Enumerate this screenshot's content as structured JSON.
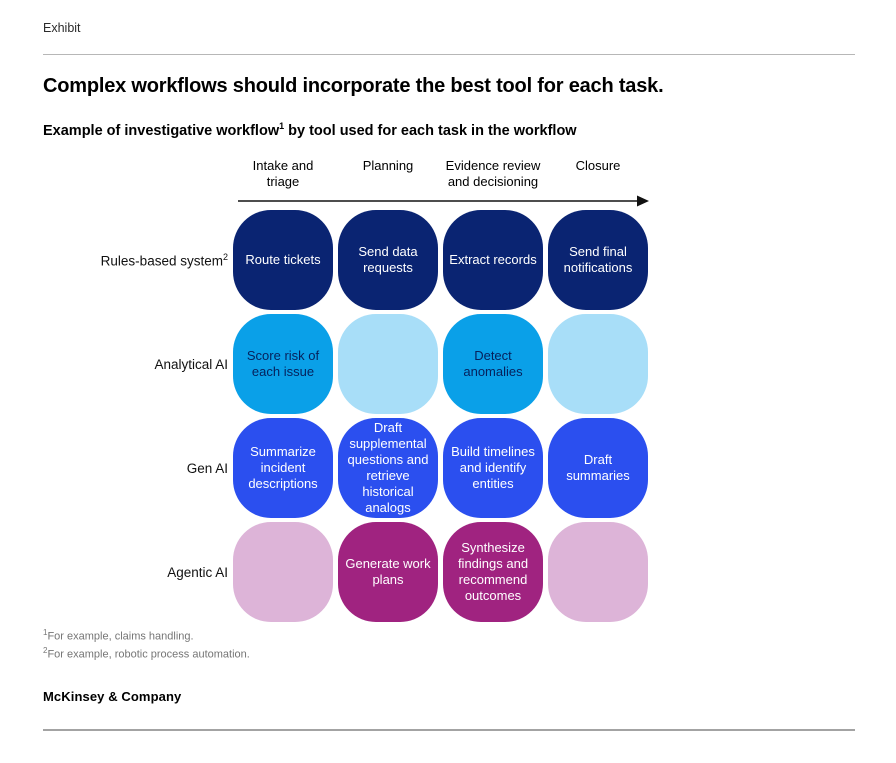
{
  "exhibit_label": "Exhibit",
  "title": "Complex workflows should incorporate the best tool for each task.",
  "subtitle": {
    "text": "Example of investigative workflow",
    "sup": "1",
    "text_after": " by tool used for each task in the workflow"
  },
  "columns": [
    {
      "label": "Intake and triage"
    },
    {
      "label": "Planning"
    },
    {
      "label": "Evidence review and decisioning"
    },
    {
      "label": "Closure"
    }
  ],
  "rows": [
    {
      "label": "Rules-based system",
      "sup": "2",
      "cells": [
        {
          "text": "Route tickets"
        },
        {
          "text": "Send data requests"
        },
        {
          "text": "Extract records"
        },
        {
          "text": "Send final notifications"
        }
      ]
    },
    {
      "label": "Analytical AI",
      "sup": "",
      "cells": [
        {
          "text": "Score risk of each issue"
        },
        {
          "text": ""
        },
        {
          "text": "Detect anomalies"
        },
        {
          "text": ""
        }
      ]
    },
    {
      "label": "Gen AI",
      "sup": "",
      "cells": [
        {
          "text": "Summarize incident descriptions"
        },
        {
          "text": "Draft supplemental questions and retrieve historical analogs"
        },
        {
          "text": "Build timelines and identify entities"
        },
        {
          "text": "Draft summaries"
        }
      ]
    },
    {
      "label": "Agentic AI",
      "sup": "",
      "cells": [
        {
          "text": ""
        },
        {
          "text": "Generate work plans"
        },
        {
          "text": "Synthesize findings and recommend outcomes"
        },
        {
          "text": ""
        }
      ]
    }
  ],
  "palette": {
    "rules_filled": "#0A2472",
    "analytical_filled": "#0AA0E8",
    "analytical_empty": "#A8DEF8",
    "gen_filled": "#2B4FEF",
    "agentic_filled": "#A02380",
    "agentic_empty": "#DDB4D8",
    "cell_text_light": "#FFFFFF",
    "cell_text_dark": "#06215C",
    "arrow_shaft": "#4D4D4D",
    "arrow_head": "#111111"
  },
  "footnotes": [
    {
      "sup": "1",
      "text": "For example, claims handling."
    },
    {
      "sup": "2",
      "text": "For example, robotic process automation."
    }
  ],
  "logo": "McKinsey & Company"
}
